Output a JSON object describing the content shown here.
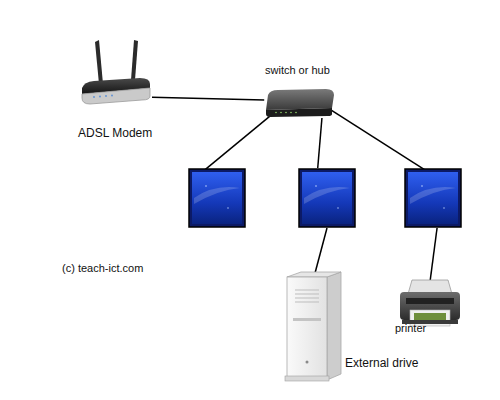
{
  "diagram": {
    "nodes": [
      {
        "text": [
          "ADSL Modem"
        ]
      },
      {
        "text": [
          "switch or hub"
        ]
      },
      {
        "text": []
      },
      {
        "text": []
      },
      {
        "text": []
      },
      {
        "text": [
          "External drive"
        ]
      },
      {
        "text": [
          "printer"
        ]
      }
    ],
    "edges": [
      {
        "from": 0,
        "to": 1,
        "arrow": "none"
      },
      {
        "from": 1,
        "to": 2,
        "arrow": "none"
      },
      {
        "from": 1,
        "to": 3,
        "arrow": "none"
      },
      {
        "from": 1,
        "to": 4,
        "arrow": "none"
      },
      {
        "from": 3,
        "to": 5,
        "arrow": "none"
      },
      {
        "from": 4,
        "to": 6,
        "arrow": "none"
      }
    ],
    "labels": [
      "(c) teach-ict.com"
    ]
  }
}
